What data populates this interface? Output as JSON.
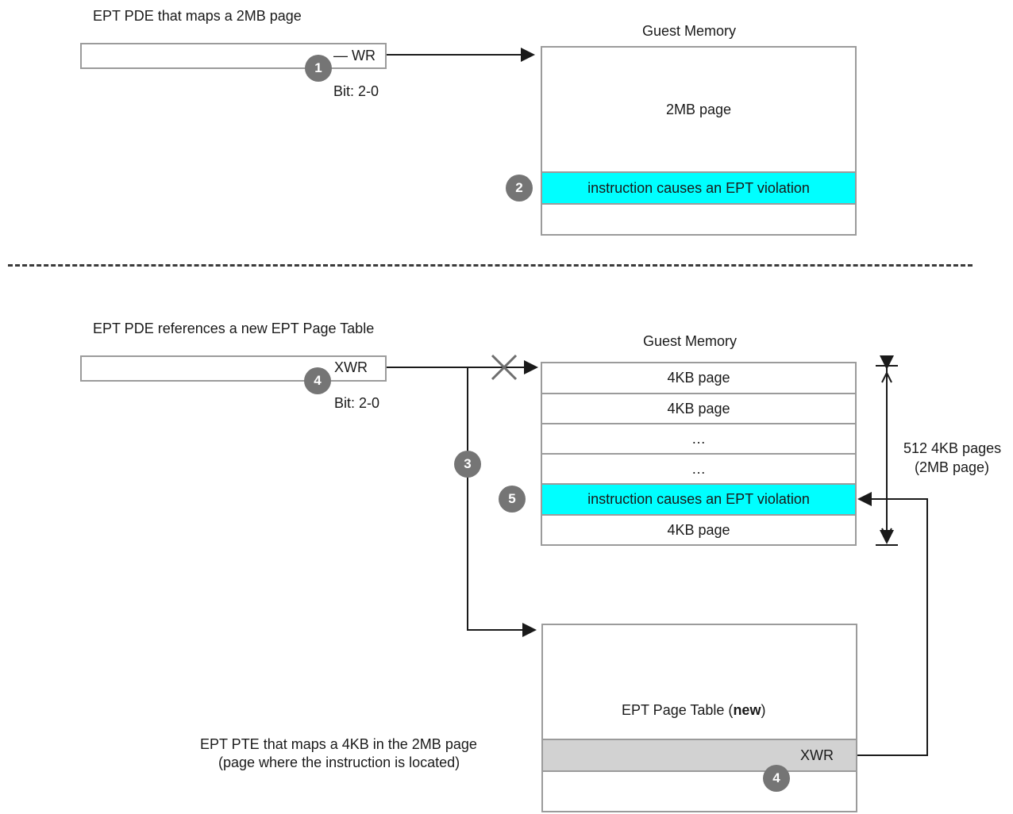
{
  "diagram": {
    "title_top": "EPT PDE  that maps a 2MB page",
    "title_bottom": "EPT PDE  references a new EPT Page Table"
  },
  "top_section": {
    "pde_caption": "EPT PDE  that maps a 2MB page",
    "pde_bits_label": "— WR",
    "pde_bits_note": "Bit: 2-0",
    "step_badge": "1",
    "guest_memory_title": "Guest Memory",
    "guest_rows": [
      {
        "label": "",
        "highlight": false
      },
      {
        "label": "2MB page",
        "highlight": false
      },
      {
        "label": "instruction causes an EPT violation",
        "highlight": true,
        "badge": "2"
      },
      {
        "label": "",
        "highlight": false
      }
    ]
  },
  "bottom_section": {
    "pde_caption": "EPT PDE  references a new EPT Page Table",
    "pde_bits_label": "XWR",
    "pde_bits_note": "Bit: 2-0",
    "step_badge_pde": "4",
    "step_badge_link": "3",
    "step_badge_violation": "5",
    "guest_memory_title": "Guest Memory",
    "guest_rows": [
      {
        "label": "4KB page",
        "highlight": false
      },
      {
        "label": "4KB page",
        "highlight": false
      },
      {
        "label": "…",
        "highlight": false
      },
      {
        "label": "…",
        "highlight": false
      },
      {
        "label": "instruction causes an EPT violation",
        "highlight": true
      },
      {
        "label": "4KB page",
        "highlight": false
      }
    ],
    "bracket_label_line1": "512 4KB pages",
    "bracket_label_line2": "(2MB page)"
  },
  "page_table": {
    "title_prefix": "EPT Page Table (",
    "title_emphasis": "new",
    "title_suffix": ")",
    "pte_caption_line1": "EPT PTE that maps a 4KB in the 2MB page",
    "pte_caption_line2": "(page where the instruction is located)",
    "pte_bits_label": "XWR",
    "step_badge": "4"
  },
  "colors": {
    "highlight": "#00ffff",
    "badge": "#757575",
    "box_border": "#9b9b9b",
    "gray_row": "#d2d2d2",
    "arrow": "#1a1a1a",
    "cross": "#6e6e6e"
  }
}
